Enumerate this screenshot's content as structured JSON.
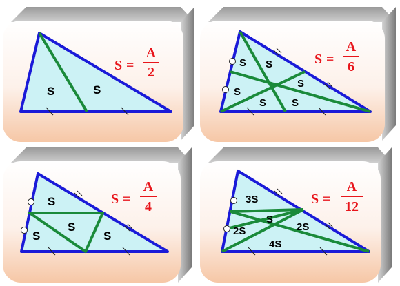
{
  "colors": {
    "triangle_edge": "#1a1ad8",
    "cevian": "#1a8a3a",
    "triangle_fill": "#ccf2f5",
    "card_light": "#ffffff",
    "card_warm": "#f6c7a6",
    "card_side": "#8c8c8c",
    "formula": "#e8151b",
    "region_label": "#000000"
  },
  "panels": [
    {
      "formula": {
        "lhs": "S",
        "eq": "=",
        "numerator": "A",
        "denominator": "2"
      },
      "region_labels": [
        "S",
        "S"
      ]
    },
    {
      "formula": {
        "lhs": "S",
        "eq": "=",
        "numerator": "A",
        "denominator": "6"
      },
      "region_labels": [
        "S",
        "S",
        "S",
        "S",
        "S",
        "S"
      ]
    },
    {
      "formula": {
        "lhs": "S",
        "eq": "=",
        "numerator": "A",
        "denominator": "4"
      },
      "region_labels": [
        "S",
        "S",
        "S",
        "S"
      ]
    },
    {
      "formula": {
        "lhs": "S",
        "eq": "=",
        "numerator": "A",
        "denominator": "12"
      },
      "region_labels": [
        "3S",
        "S",
        "2S",
        "2S",
        "4S"
      ]
    }
  ]
}
